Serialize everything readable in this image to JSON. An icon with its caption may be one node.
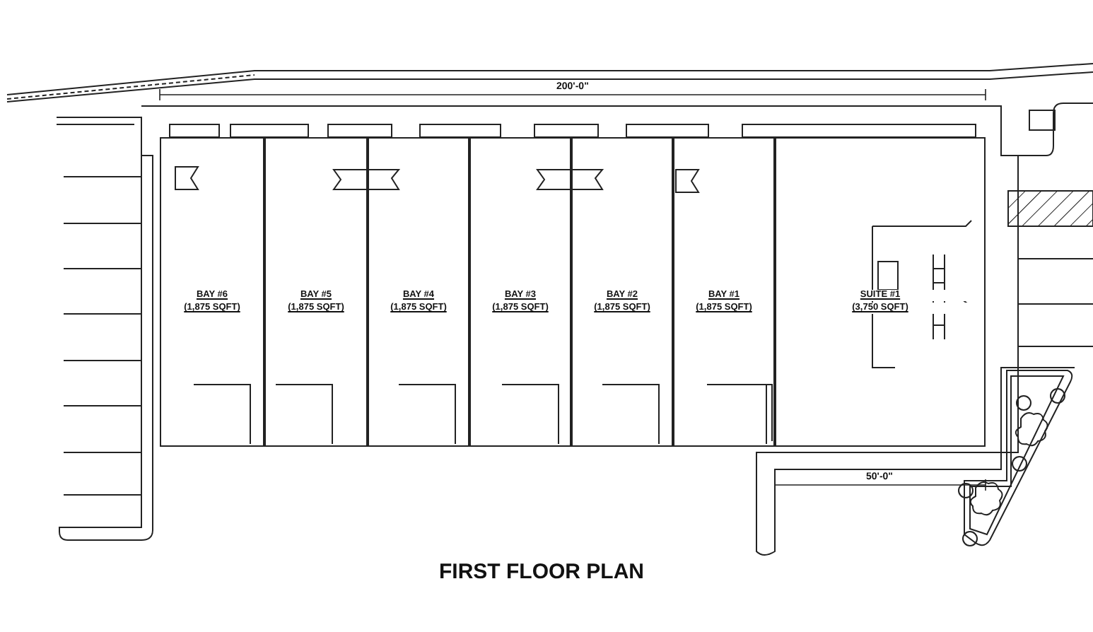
{
  "diagram": {
    "title": "FIRST FLOOR PLAN",
    "nodes": [
      {
        "text": [
          "BAY #6",
          "(1,875 SQFT)"
        ]
      },
      {
        "text": [
          "BAY #5",
          "(1,875 SQFT)"
        ]
      },
      {
        "text": [
          "BAY #4",
          "(1,875 SQFT)"
        ]
      },
      {
        "text": [
          "BAY #3",
          "(1,875 SQFT)"
        ]
      },
      {
        "text": [
          "BAY #2",
          "(1,875 SQFT)"
        ]
      },
      {
        "text": [
          "BAY #1",
          "(1,875 SQFT)"
        ]
      },
      {
        "text": [
          "SUITE #1",
          "(3,750 SQFT)"
        ]
      }
    ],
    "edges": [],
    "labels": [
      "200'-0\"",
      "50'-0\""
    ]
  }
}
